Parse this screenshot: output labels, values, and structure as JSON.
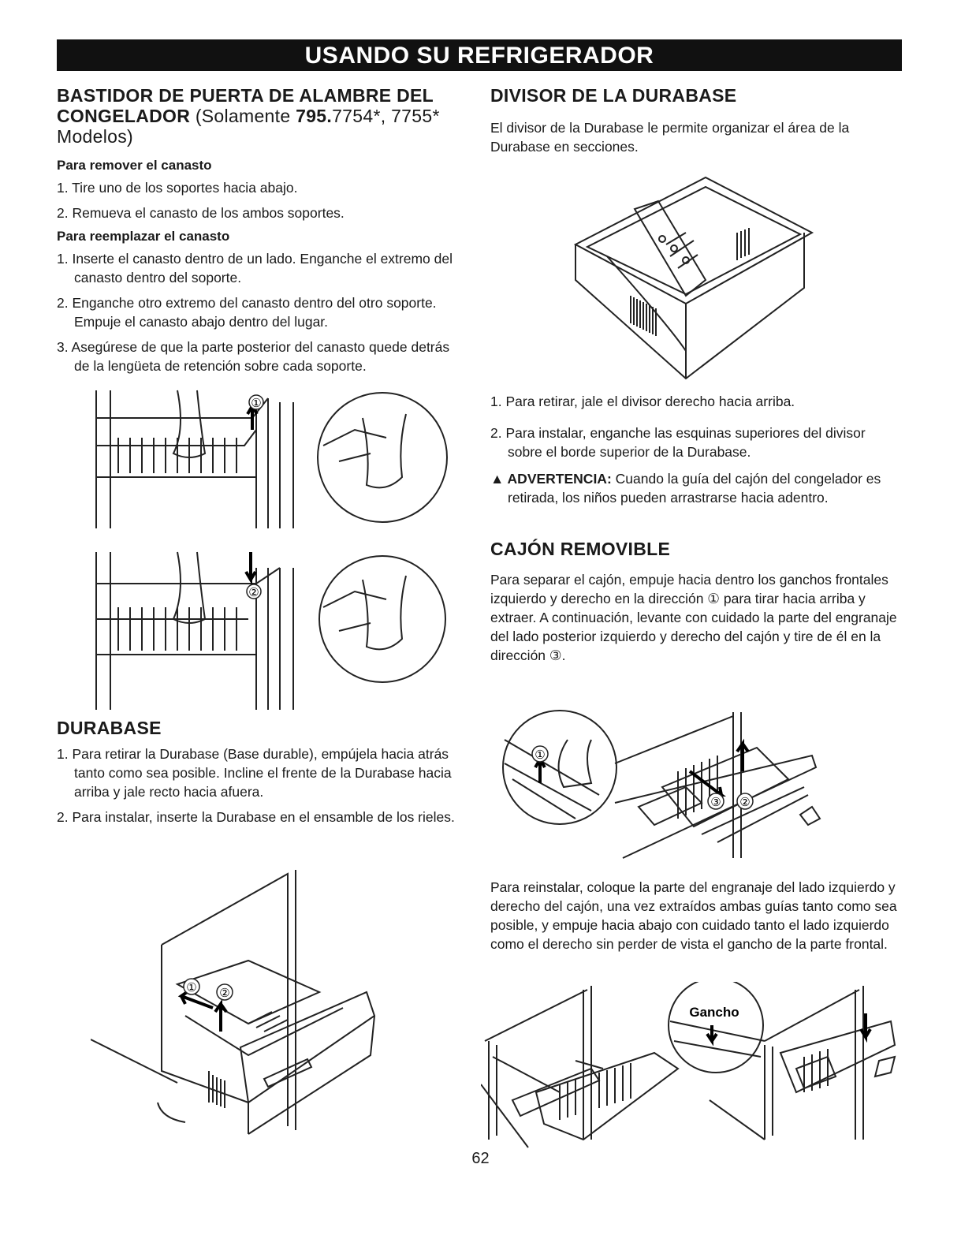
{
  "header": {
    "title": "USANDO SU REFRIGERADOR"
  },
  "s1": {
    "title_bold_1": "BASTIDOR DE PUERTA DE ALAMBRE DEL CONGELADOR",
    "title_normal_1": " (Solamente ",
    "title_bold_2": "795.",
    "title_normal_2": "7754*, 7755* Modelos)",
    "remove_heading": "Para remover el canasto",
    "remove_steps": [
      "1. Tire uno de los soportes hacia abajo.",
      "2. Remueva el canasto de los ambos soportes."
    ],
    "replace_heading": "Para reemplazar el canasto",
    "replace_steps": [
      "1. Inserte el canasto dentro de un lado. Enganche el extremo del canasto dentro del soporte.",
      "2. Enganche otro extremo del canasto dentro del otro soporte. Empuje el canasto abajo dentro del lugar.",
      "3. Asegúrese de que la parte posterior del canasto quede detrás de la lengüeta de retención sobre cada soporte."
    ],
    "fig1_callout": "①",
    "fig2_callout": "②"
  },
  "s2": {
    "title": "DURABASE",
    "steps": [
      "1. Para retirar la Durabase (Base durable), empújela hacia atrás tanto como sea posible. Incline el frente de la Durabase hacia arriba y jale recto hacia afuera.",
      "2. Para instalar, inserte la Durabase en el ensamble de los rieles."
    ],
    "fig_callout_1": "①",
    "fig_callout_2": "②"
  },
  "s3": {
    "title": "DIVISOR DE LA DURABASE",
    "intro": "El divisor de la Durabase le permite organizar el área de la Durabase en secciones.",
    "steps": [
      "1. Para retirar, jale el divisor derecho hacia arriba.",
      "2. Para instalar, enganche las esquinas superiores del divisor sobre el borde superior de la Durabase."
    ],
    "warning_label": "ADVERTENCIA:",
    "warning_text": " Cuando la guía del cajón del congelador es retirada, los niños pueden arrastrarse hacia adentro."
  },
  "s4": {
    "title": "CAJÓN REMOVIBLE",
    "intro": "Para separar el cajón, empuje hacia dentro los ganchos frontales izquierdo y derecho en la dirección ① para tirar hacia arriba y extraer. A continuación, levante con cuidado la parte del engranaje del lado posterior izquierdo y derecho del cajón y tire de él en la dirección ③.",
    "fig_callout_1": "①",
    "fig_callout_2": "②",
    "fig_callout_3": "③",
    "reinstall": "Para reinstalar, coloque la parte del engranaje del lado izquierdo y derecho del cajón, una vez extraídos ambas guías tanto como sea posible, y empuje hacia abajo con cuidado tanto el lado izquierdo como el derecho sin perder de vista el gancho de la parte frontal.",
    "hook_label": "Gancho"
  },
  "footer": {
    "page_number": "62"
  }
}
